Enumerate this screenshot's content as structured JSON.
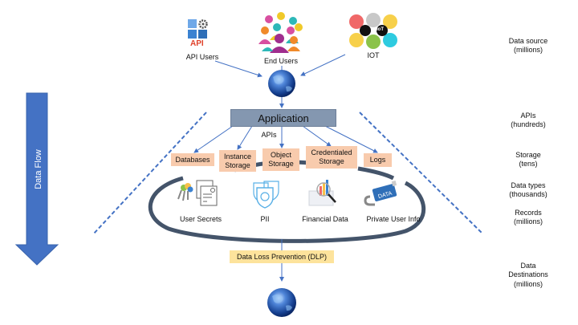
{
  "sources": {
    "api_users": {
      "label": "API Users",
      "icon_text": "API"
    },
    "end_users": {
      "label": "End Users"
    },
    "iot": {
      "label": "IOT",
      "icon_text": "IoT"
    }
  },
  "application": {
    "label": "Application",
    "apis_label": "APIs"
  },
  "storage": [
    {
      "label": "Databases"
    },
    {
      "label": "Instance Storage"
    },
    {
      "label": "Object Storage"
    },
    {
      "label": "Credentialed Storage"
    },
    {
      "label": "Logs"
    }
  ],
  "data_types": [
    {
      "label": "User Secrets"
    },
    {
      "label": "PII"
    },
    {
      "label": "Financial Data"
    },
    {
      "label": "Private User Info",
      "icon_text": "DATA"
    }
  ],
  "dlp": {
    "label": "Data Loss Prevention (DLP)"
  },
  "flow_arrow": {
    "label": "Data Flow"
  },
  "right_labels": [
    {
      "line1": "Data source",
      "line2": "(millions)"
    },
    {
      "line1": "APIs",
      "line2": "(hundreds)"
    },
    {
      "line1": "Storage",
      "line2": "(tens)"
    },
    {
      "line1": "Data types",
      "line2": "(thousands)"
    },
    {
      "line1": "Records",
      "line2": "(millions)"
    },
    {
      "line1": "Data",
      "line2": "Destinations",
      "line3": "(millions)"
    }
  ],
  "colors": {
    "arrow_blue": "#4472c4",
    "app_box": "#8497b0",
    "storage_box": "#f8cbad",
    "dlp_box": "#fde39c",
    "loop": "#44546a"
  }
}
